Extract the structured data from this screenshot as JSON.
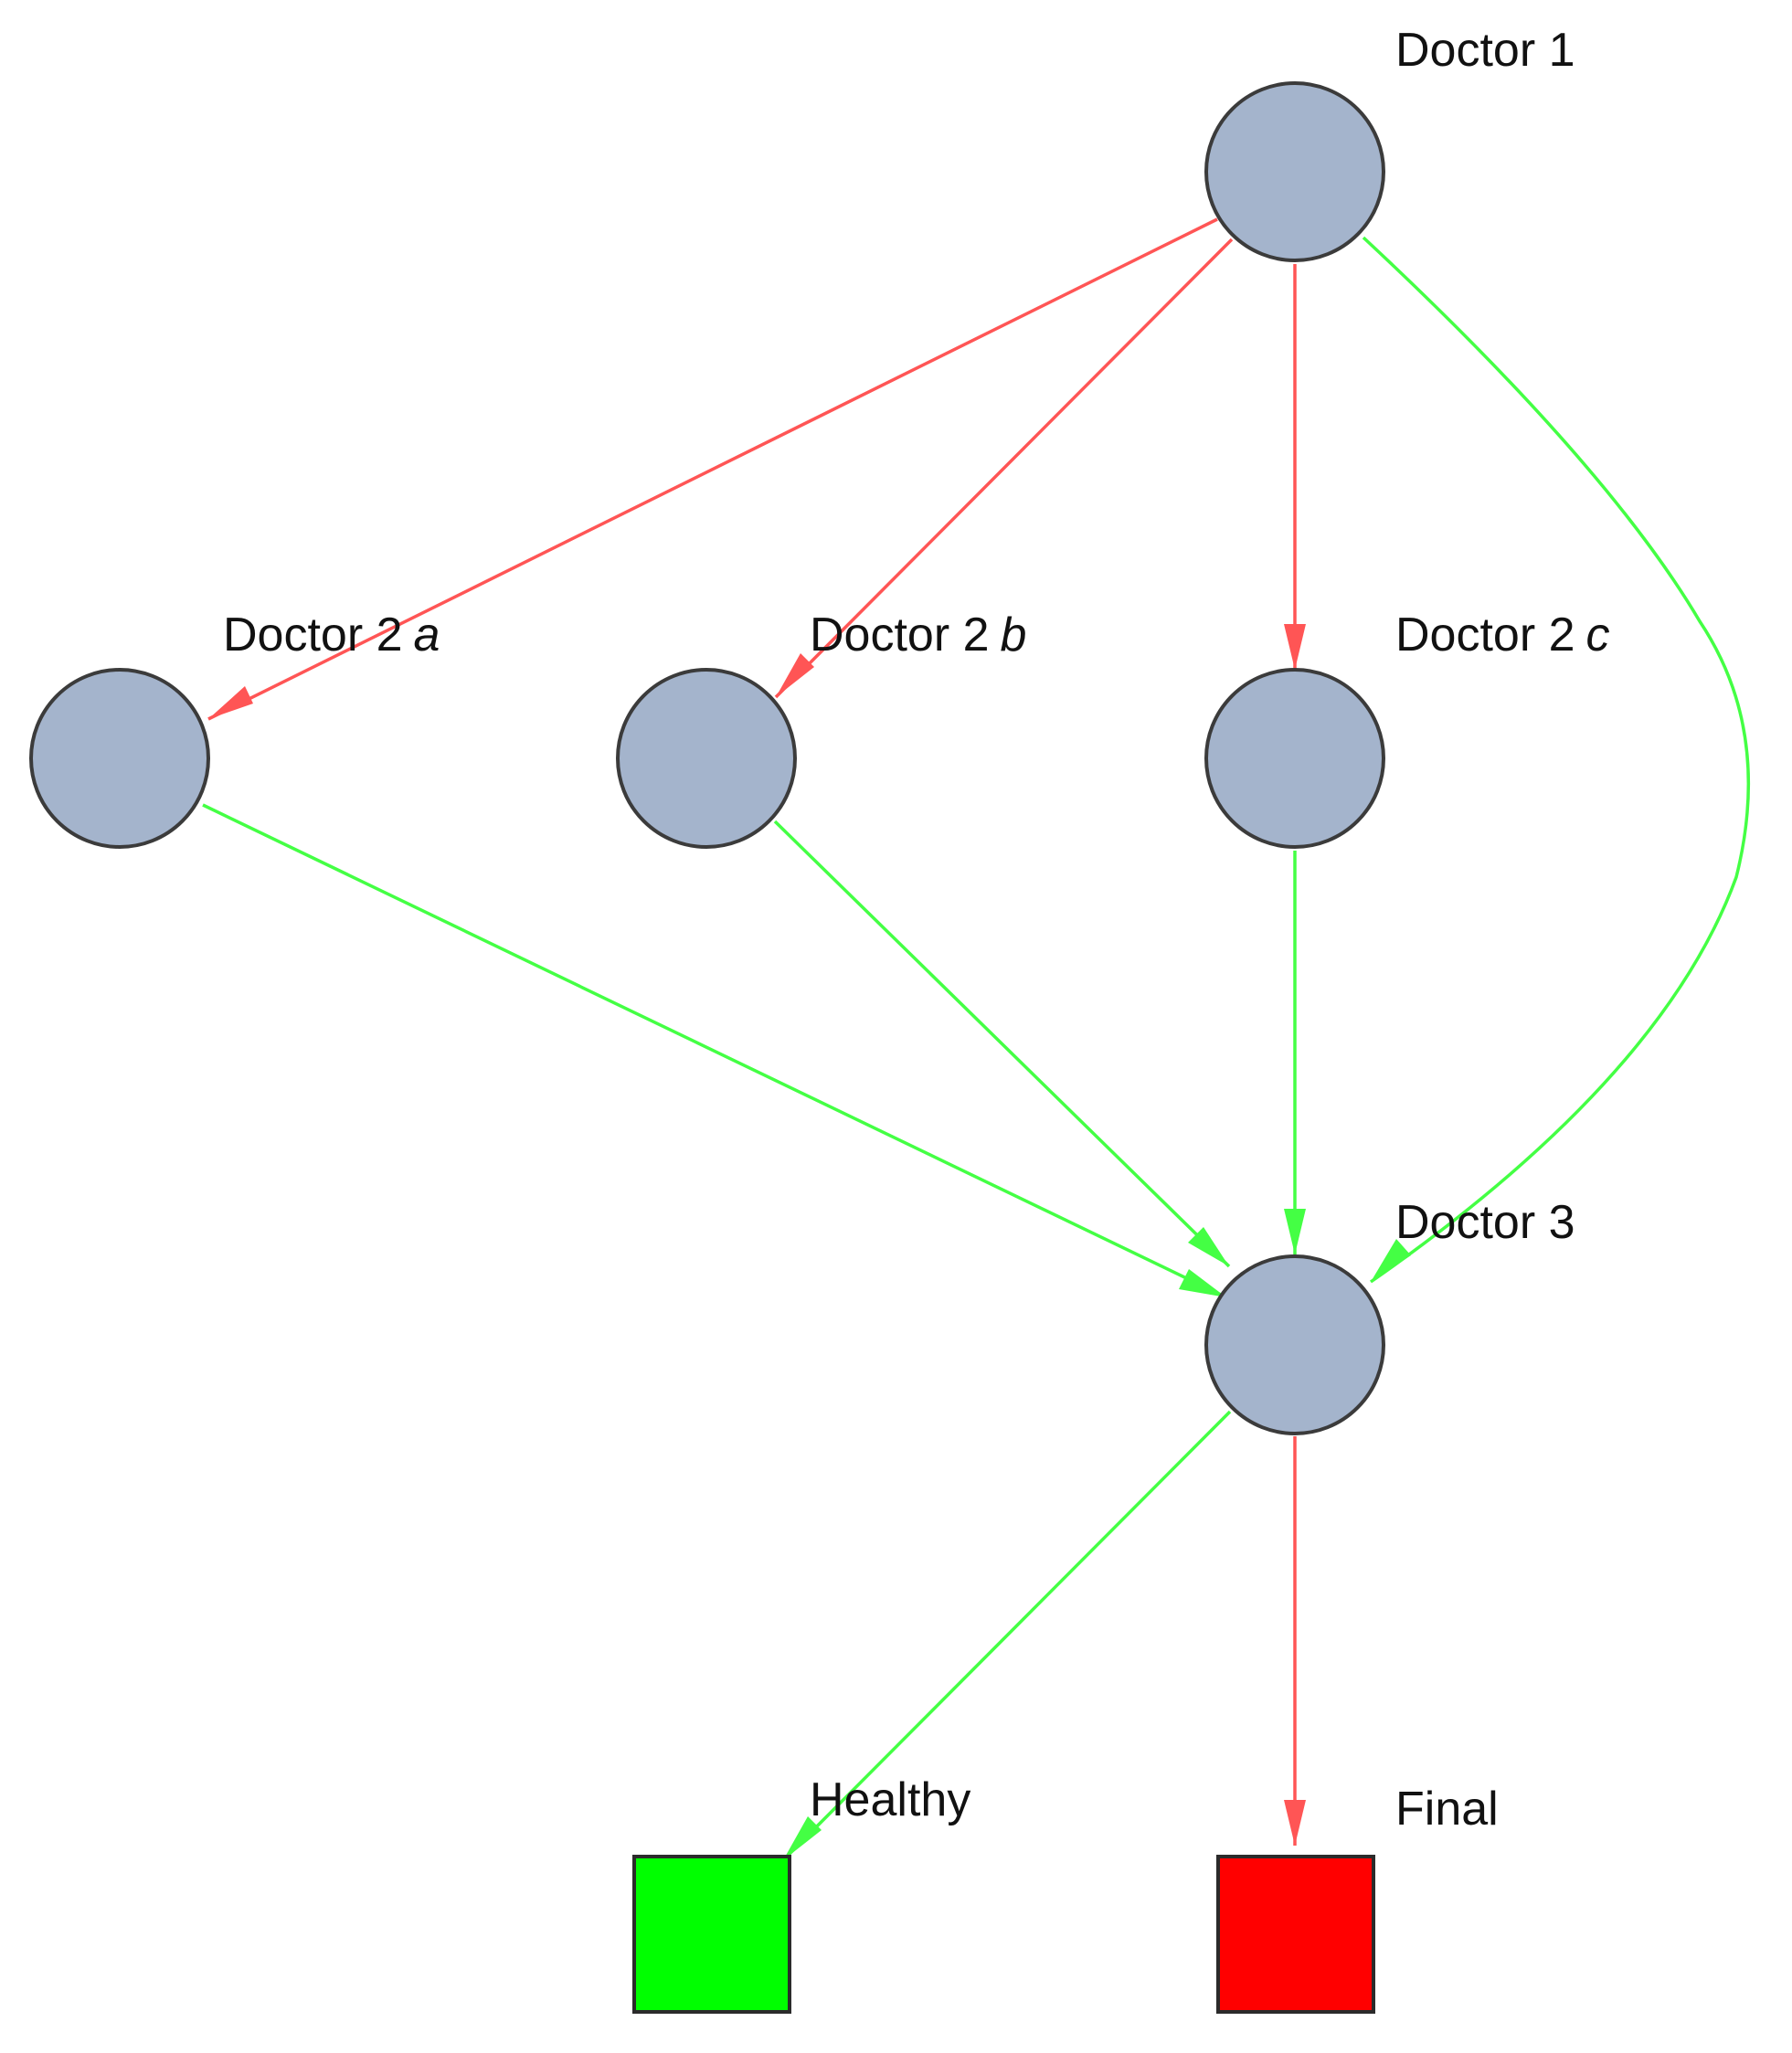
{
  "colors": {
    "node_fill": "#a4b4cc",
    "node_stroke": "#3b3b3b",
    "edge_red": "#ff5555",
    "edge_green": "#44ff44",
    "terminal_healthy": "#00ff00",
    "terminal_final": "#ff0000"
  },
  "nodes": {
    "doctor1": {
      "label": "Doctor 1",
      "shape": "circle"
    },
    "doctor2a": {
      "label": "Doctor 2",
      "suffix": "a",
      "shape": "circle"
    },
    "doctor2b": {
      "label": "Doctor 2",
      "suffix": "b",
      "shape": "circle"
    },
    "doctor2c": {
      "label": "Doctor 2",
      "suffix": "c",
      "shape": "circle"
    },
    "doctor3": {
      "label": "Doctor 3",
      "shape": "circle"
    },
    "healthy": {
      "label": "Healthy",
      "shape": "square"
    },
    "final": {
      "label": "Final",
      "shape": "square"
    }
  },
  "edges": [
    {
      "from": "doctor1",
      "to": "doctor2a",
      "color": "red"
    },
    {
      "from": "doctor1",
      "to": "doctor2b",
      "color": "red"
    },
    {
      "from": "doctor1",
      "to": "doctor2c",
      "color": "red"
    },
    {
      "from": "doctor1",
      "to": "doctor3",
      "color": "green"
    },
    {
      "from": "doctor2a",
      "to": "doctor3",
      "color": "green"
    },
    {
      "from": "doctor2b",
      "to": "doctor3",
      "color": "green"
    },
    {
      "from": "doctor2c",
      "to": "doctor3",
      "color": "green"
    },
    {
      "from": "doctor3",
      "to": "healthy",
      "color": "green"
    },
    {
      "from": "doctor3",
      "to": "final",
      "color": "red"
    }
  ]
}
